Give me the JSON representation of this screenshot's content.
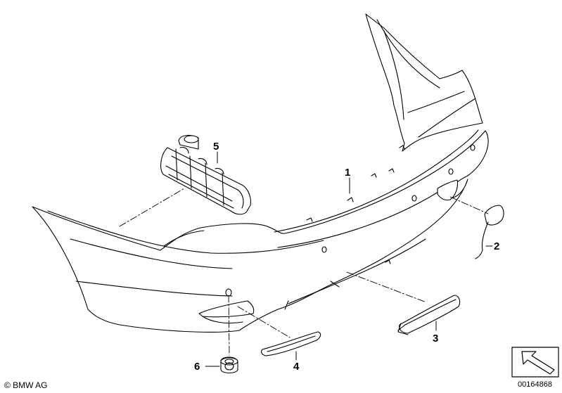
{
  "diagram": {
    "callouts": {
      "c1": "1",
      "c2": "2",
      "c3": "3",
      "c4": "4",
      "c5": "5",
      "c6": "6"
    },
    "copyright": "© BMW AG",
    "document_id": "00164868",
    "colors": {
      "line": "#000000",
      "fill": "#ffffff",
      "shade": "#e6e6e6"
    }
  }
}
